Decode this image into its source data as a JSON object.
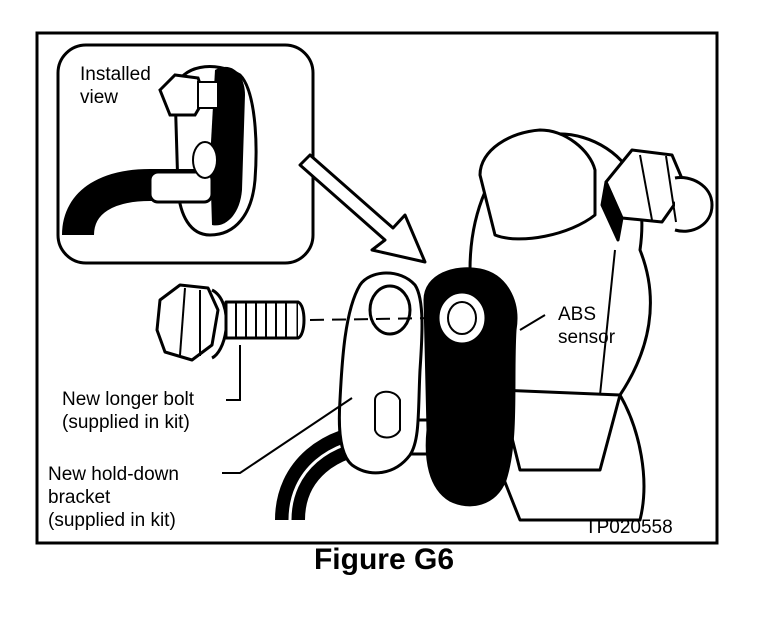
{
  "inset_label": "Installed\nview",
  "abs_label": "ABS\nsensor",
  "bolt_label": "New longer bolt\n(supplied in kit)",
  "bracket_label": "New hold-down\nbracket\n(supplied in kit)",
  "figure_code": "TP020558",
  "caption": "Figure G6"
}
